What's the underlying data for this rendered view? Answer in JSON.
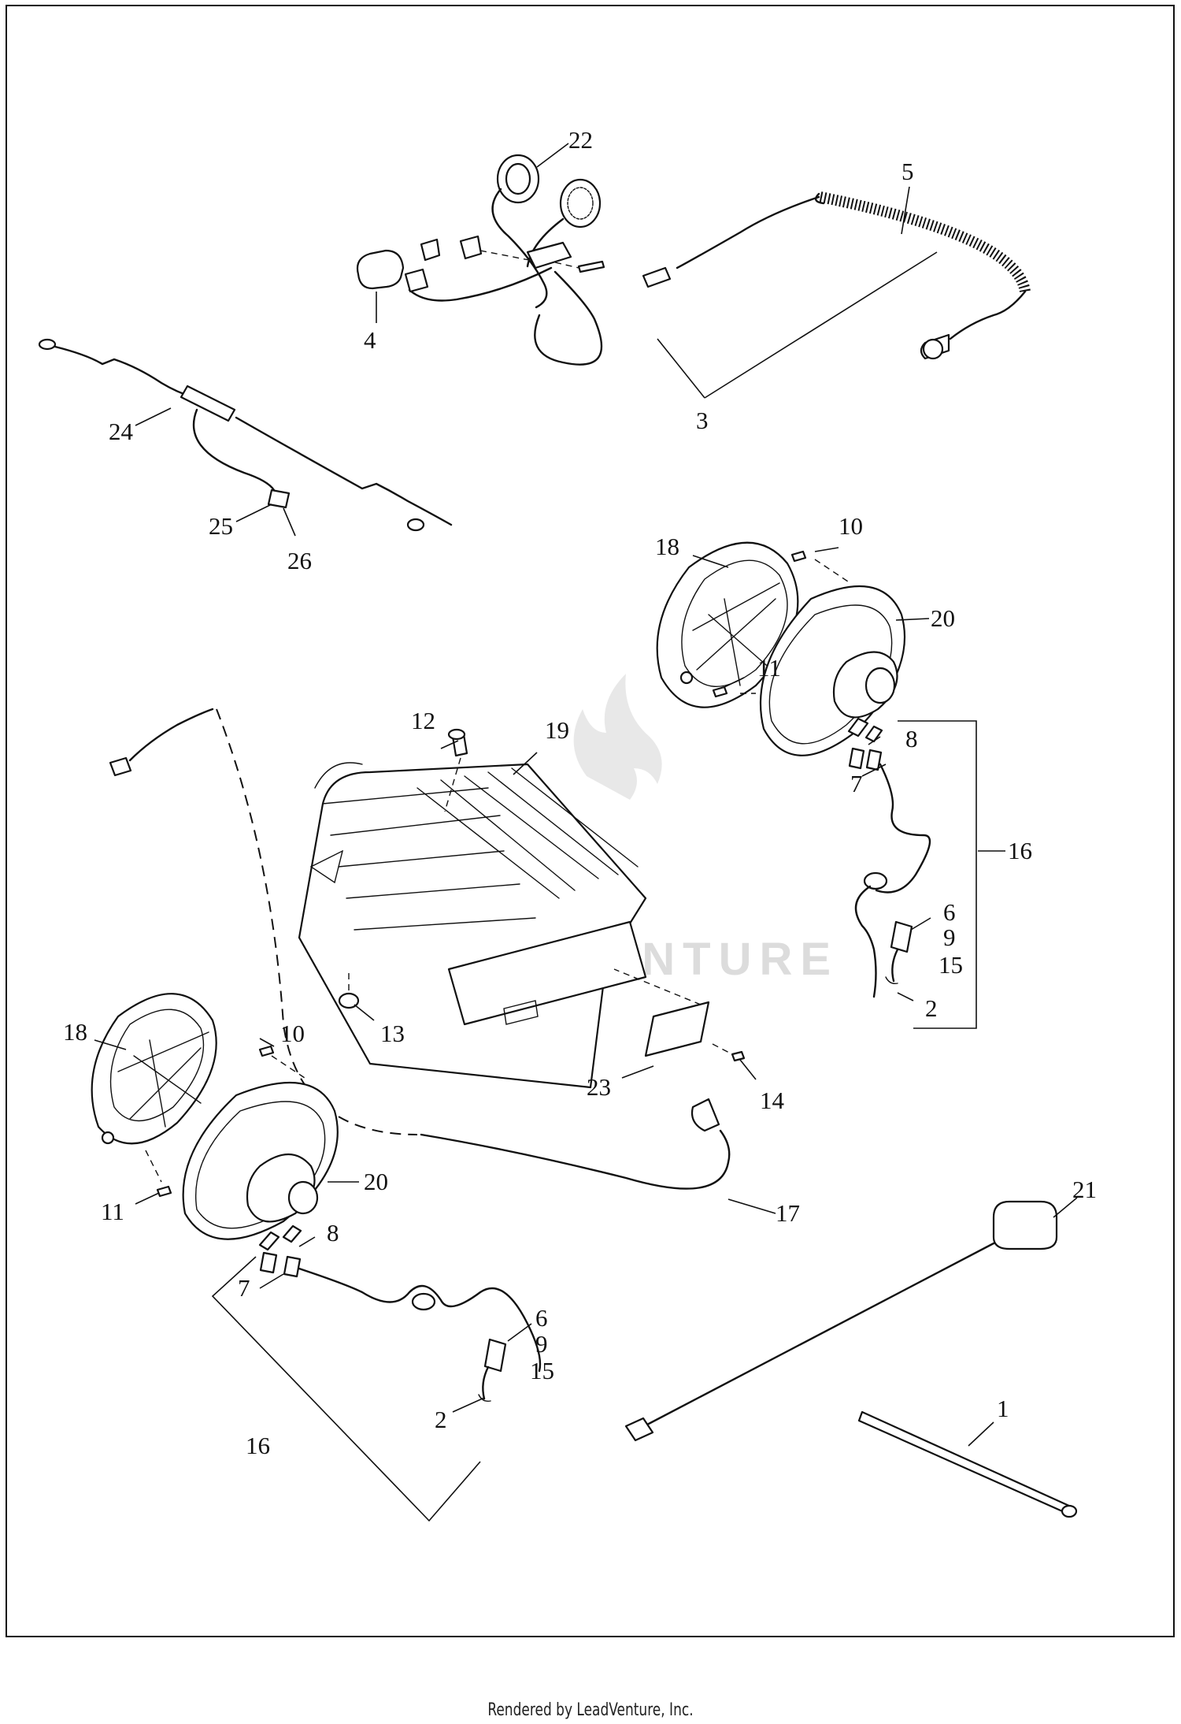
{
  "footer": {
    "text": "Rendered by LeadVenture, Inc."
  },
  "watermark": {
    "text": "LEADVENTURE"
  },
  "callouts": [
    {
      "id": "22",
      "label": "22"
    },
    {
      "id": "5",
      "label": "5"
    },
    {
      "id": "4",
      "label": "4"
    },
    {
      "id": "3",
      "label": "3"
    },
    {
      "id": "24",
      "label": "24"
    },
    {
      "id": "25",
      "label": "25"
    },
    {
      "id": "26",
      "label": "26"
    },
    {
      "id": "10a",
      "label": "10"
    },
    {
      "id": "18a",
      "label": "18"
    },
    {
      "id": "20a",
      "label": "20"
    },
    {
      "id": "11a",
      "label": "11"
    },
    {
      "id": "8a",
      "label": "8"
    },
    {
      "id": "7a",
      "label": "7"
    },
    {
      "id": "16a",
      "label": "16"
    },
    {
      "id": "6a",
      "label": "6"
    },
    {
      "id": "9a",
      "label": "9"
    },
    {
      "id": "15a",
      "label": "15"
    },
    {
      "id": "2a",
      "label": "2"
    },
    {
      "id": "12",
      "label": "12"
    },
    {
      "id": "19",
      "label": "19"
    },
    {
      "id": "13",
      "label": "13"
    },
    {
      "id": "23",
      "label": "23"
    },
    {
      "id": "14",
      "label": "14"
    },
    {
      "id": "18b",
      "label": "18"
    },
    {
      "id": "10b",
      "label": "10"
    },
    {
      "id": "20b",
      "label": "20"
    },
    {
      "id": "11b",
      "label": "11"
    },
    {
      "id": "8b",
      "label": "8"
    },
    {
      "id": "7b",
      "label": "7"
    },
    {
      "id": "17",
      "label": "17"
    },
    {
      "id": "21",
      "label": "21"
    },
    {
      "id": "6b",
      "label": "6"
    },
    {
      "id": "9b",
      "label": "9"
    },
    {
      "id": "15b",
      "label": "15"
    },
    {
      "id": "2b",
      "label": "2"
    },
    {
      "id": "1",
      "label": "1"
    },
    {
      "id": "16b",
      "label": "16"
    }
  ]
}
